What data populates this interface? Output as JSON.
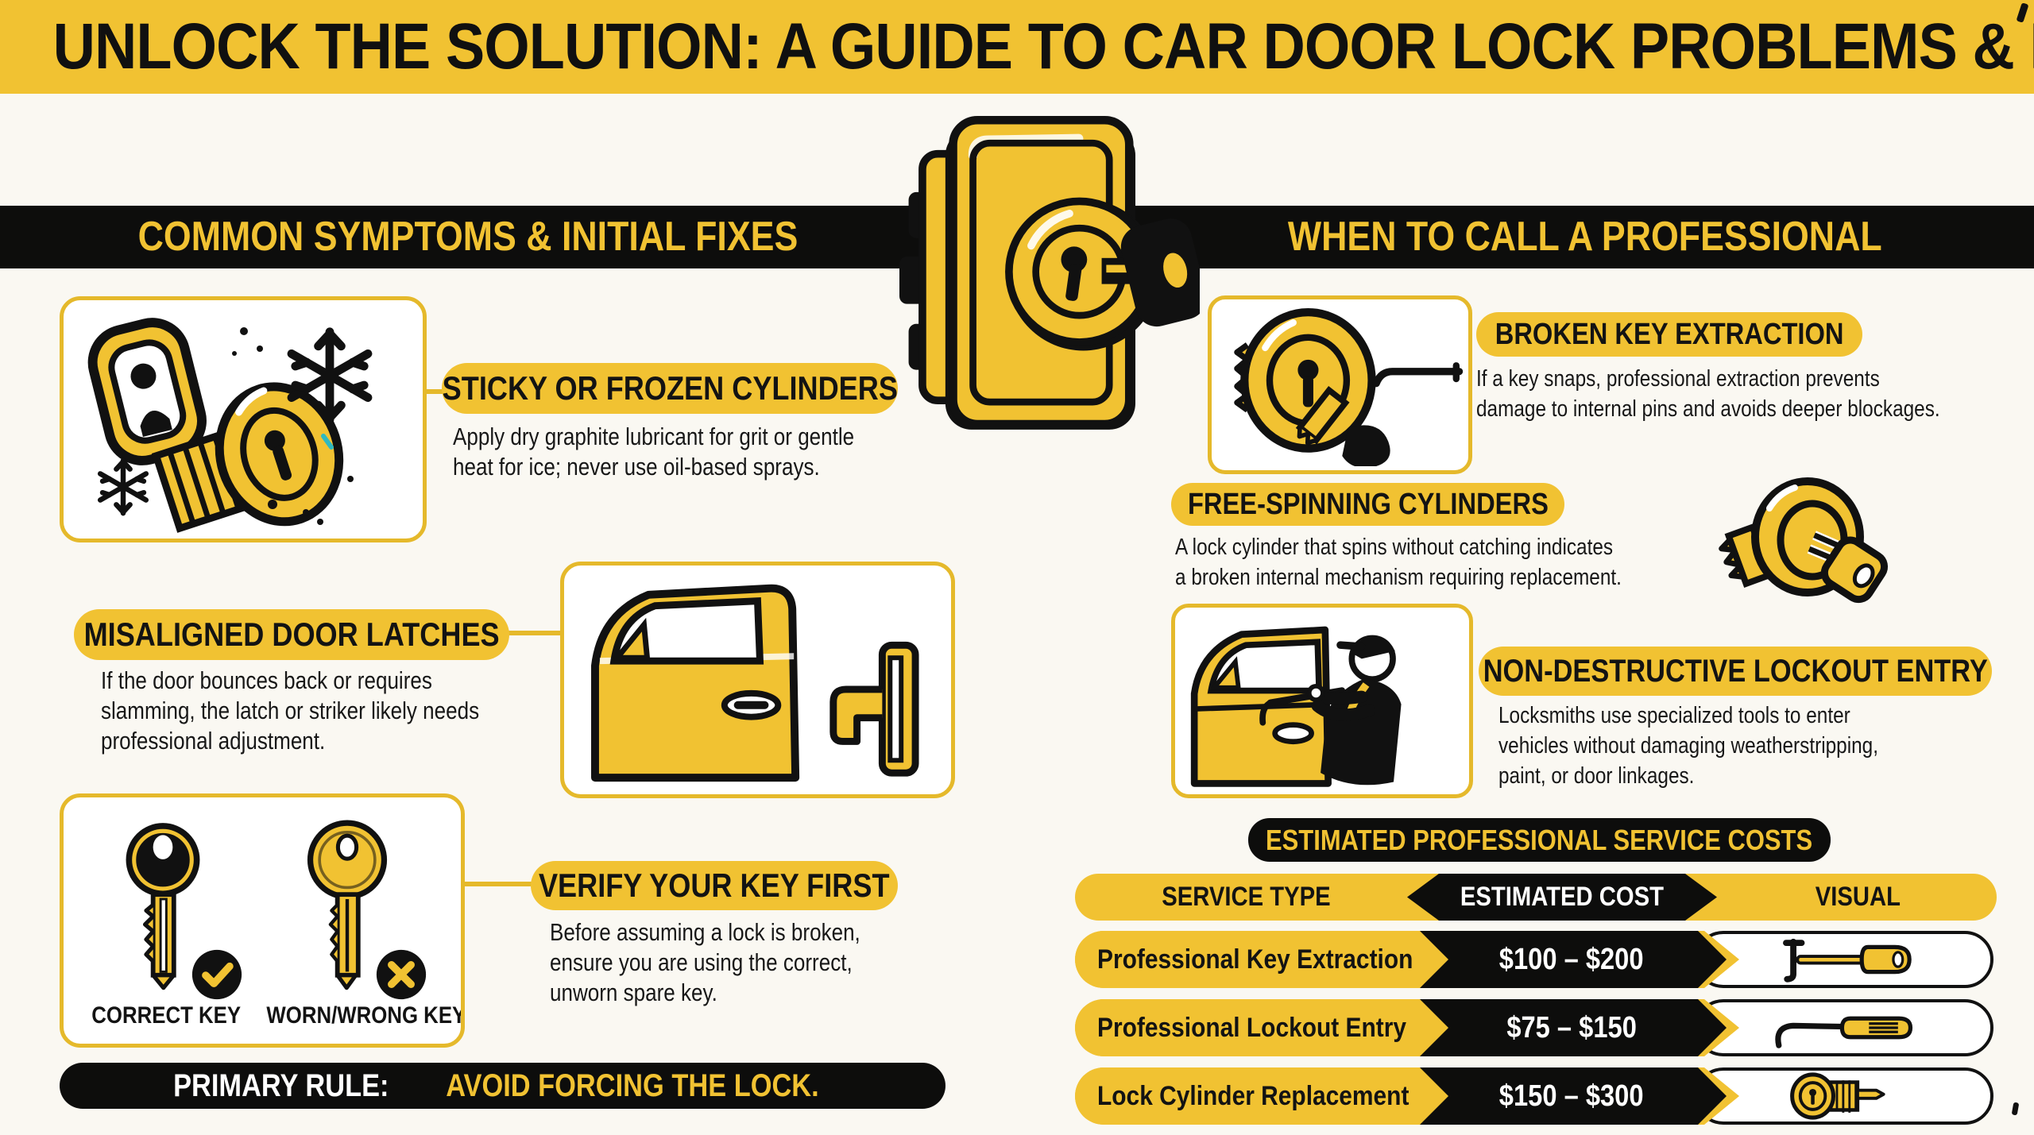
{
  "title": "UNLOCK THE SOLUTION: A GUIDE TO CAR DOOR LOCK PROBLEMS & REPAIRS",
  "colors": {
    "yellow": "#F1C232",
    "black": "#0E0E0D",
    "background": "#FAF8F2",
    "card_border": "#E5B92B",
    "white": "#FFFFFF"
  },
  "left_column": {
    "header": "COMMON SYMPTOMS & INITIAL FIXES",
    "sticky": {
      "title": "STICKY OR FROZEN CYLINDERS",
      "lines": [
        "Apply dry graphite lubricant for grit or gentle",
        "heat for ice; never use oil-based sprays."
      ],
      "icon": "frozen-lock-cylinder"
    },
    "misaligned": {
      "title": "MISALIGNED DOOR LATCHES",
      "lines": [
        "If the door bounces back or requires",
        "slamming, the latch or striker likely needs",
        "professional adjustment."
      ],
      "icon": "car-door-and-latch"
    },
    "verify": {
      "title": "VERIFY YOUR KEY FIRST",
      "lines": [
        "Before assuming a lock is broken,",
        "ensure you are using the correct,",
        "unworn spare key."
      ],
      "correct_label": "CORRECT KEY",
      "wrong_label": "WORN/WRONG KEY",
      "icons": [
        "correct-key-with-check",
        "worn-key-with-cross"
      ]
    },
    "primary_rule": {
      "prefix": "PRIMARY RULE:",
      "emphasis": "AVOID FORCING THE LOCK."
    }
  },
  "right_column": {
    "header": "WHEN TO CALL A PROFESSIONAL",
    "broken_key": {
      "title": "BROKEN KEY EXTRACTION",
      "lines": [
        "If a key snaps, professional extraction prevents",
        "damage to internal pins and avoids deeper blockages."
      ],
      "icon": "broken-key-in-cylinder"
    },
    "free_spinning": {
      "title": "FREE-SPINNING CYLINDERS",
      "lines": [
        "A lock cylinder that spins without catching indicates",
        "a broken internal mechanism requiring replacement."
      ],
      "icon": "spinning-cylinder-with-key"
    },
    "lockout": {
      "title": "NON-DESTRUCTIVE LOCKOUT ENTRY",
      "lines": [
        "Locksmiths use specialized tools to enter",
        "vehicles without damaging weatherstripping,",
        "paint, or door linkages."
      ],
      "icon": "locksmith-opening-car-door"
    },
    "costs": {
      "title": "ESTIMATED PROFESSIONAL SERVICE COSTS",
      "columns": [
        "SERVICE TYPE",
        "ESTIMATED COST",
        "VISUAL"
      ],
      "rows": [
        {
          "service": "Professional Key Extraction",
          "cost": "$100 – $200",
          "visual_icon": "key-extraction-tool"
        },
        {
          "service": "Professional Lockout Entry",
          "cost": "$75 – $150",
          "visual_icon": "lockout-hook-tool"
        },
        {
          "service": "Lock Cylinder Replacement",
          "cost": "$150 – $300",
          "visual_icon": "lock-cylinder"
        }
      ]
    }
  },
  "center_illustration": "car-door-lock-with-key"
}
